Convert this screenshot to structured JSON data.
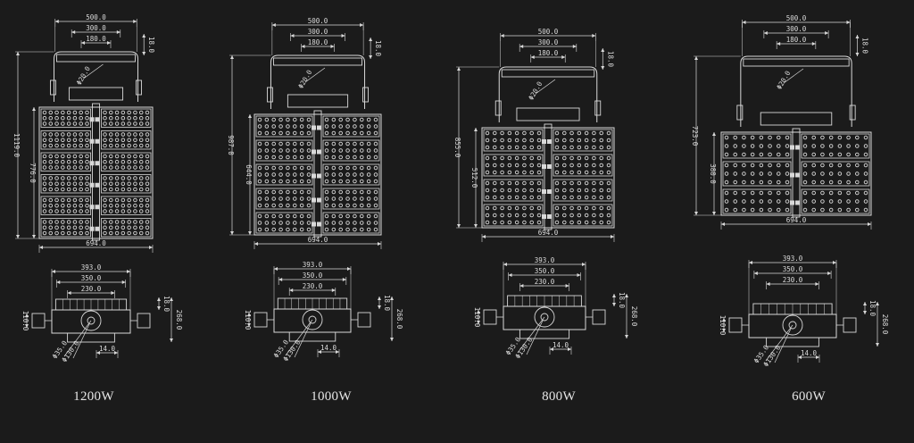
{
  "colors": {
    "background": "#1b1b1b",
    "line": "#d9d9d9"
  },
  "models": [
    {
      "caption": "1200W",
      "front": {
        "top_dims": [
          "500.0",
          "300.0",
          "180.0"
        ],
        "tab_dim": "18.0",
        "hole_dim": "Φ20.0",
        "overall_height": "1119.0",
        "panel_height": "776.0",
        "width": "694.0",
        "module_rows": 6
      },
      "side": {
        "top_dims": [
          "393.0",
          "350.0",
          "230.0"
        ],
        "right_dims": [
          "18.0",
          "268.0"
        ],
        "left_dim": "110.0",
        "circle_dims": [
          "Φ35.0",
          "Φ130.0"
        ],
        "bottom_dim": "14.0"
      }
    },
    {
      "caption": "1000W",
      "front": {
        "top_dims": [
          "500.0",
          "300.0",
          "180.0"
        ],
        "tab_dim": "18.0",
        "hole_dim": "Φ20.0",
        "overall_height": "987.0",
        "panel_height": "644.0",
        "width": "694.0",
        "module_rows": 5
      },
      "side": {
        "top_dims": [
          "393.0",
          "350.0",
          "230.0"
        ],
        "right_dims": [
          "18.0",
          "268.0"
        ],
        "left_dim": "110.0",
        "circle_dims": [
          "Φ35.0",
          "Φ130.0"
        ],
        "bottom_dim": "14.0"
      }
    },
    {
      "caption": "800W",
      "front": {
        "top_dims": [
          "500.0",
          "300.0",
          "180.0"
        ],
        "tab_dim": "18.0",
        "hole_dim": "Φ20.0",
        "overall_height": "855.0",
        "panel_height": "512.0",
        "width": "694.0",
        "module_rows": 4
      },
      "side": {
        "top_dims": [
          "393.0",
          "350.0",
          "230.0"
        ],
        "right_dims": [
          "18.0",
          "268.0"
        ],
        "left_dim": "110.0",
        "circle_dims": [
          "Φ35.0",
          "Φ130.0"
        ],
        "bottom_dim": "14.0"
      }
    },
    {
      "caption": "600W",
      "front": {
        "top_dims": [
          "500.0",
          "300.0",
          "180.0"
        ],
        "tab_dim": "18.0",
        "hole_dim": "Φ20.0",
        "overall_height": "723.0",
        "panel_height": "380.0",
        "width": "694.0",
        "module_rows": 3
      },
      "side": {
        "top_dims": [
          "393.0",
          "350.0",
          "230.0"
        ],
        "right_dims": [
          "18.0",
          "268.0"
        ],
        "left_dim": "110.0",
        "circle_dims": [
          "Φ35.0",
          "Φ130.0"
        ],
        "bottom_dim": "14.0"
      }
    }
  ]
}
